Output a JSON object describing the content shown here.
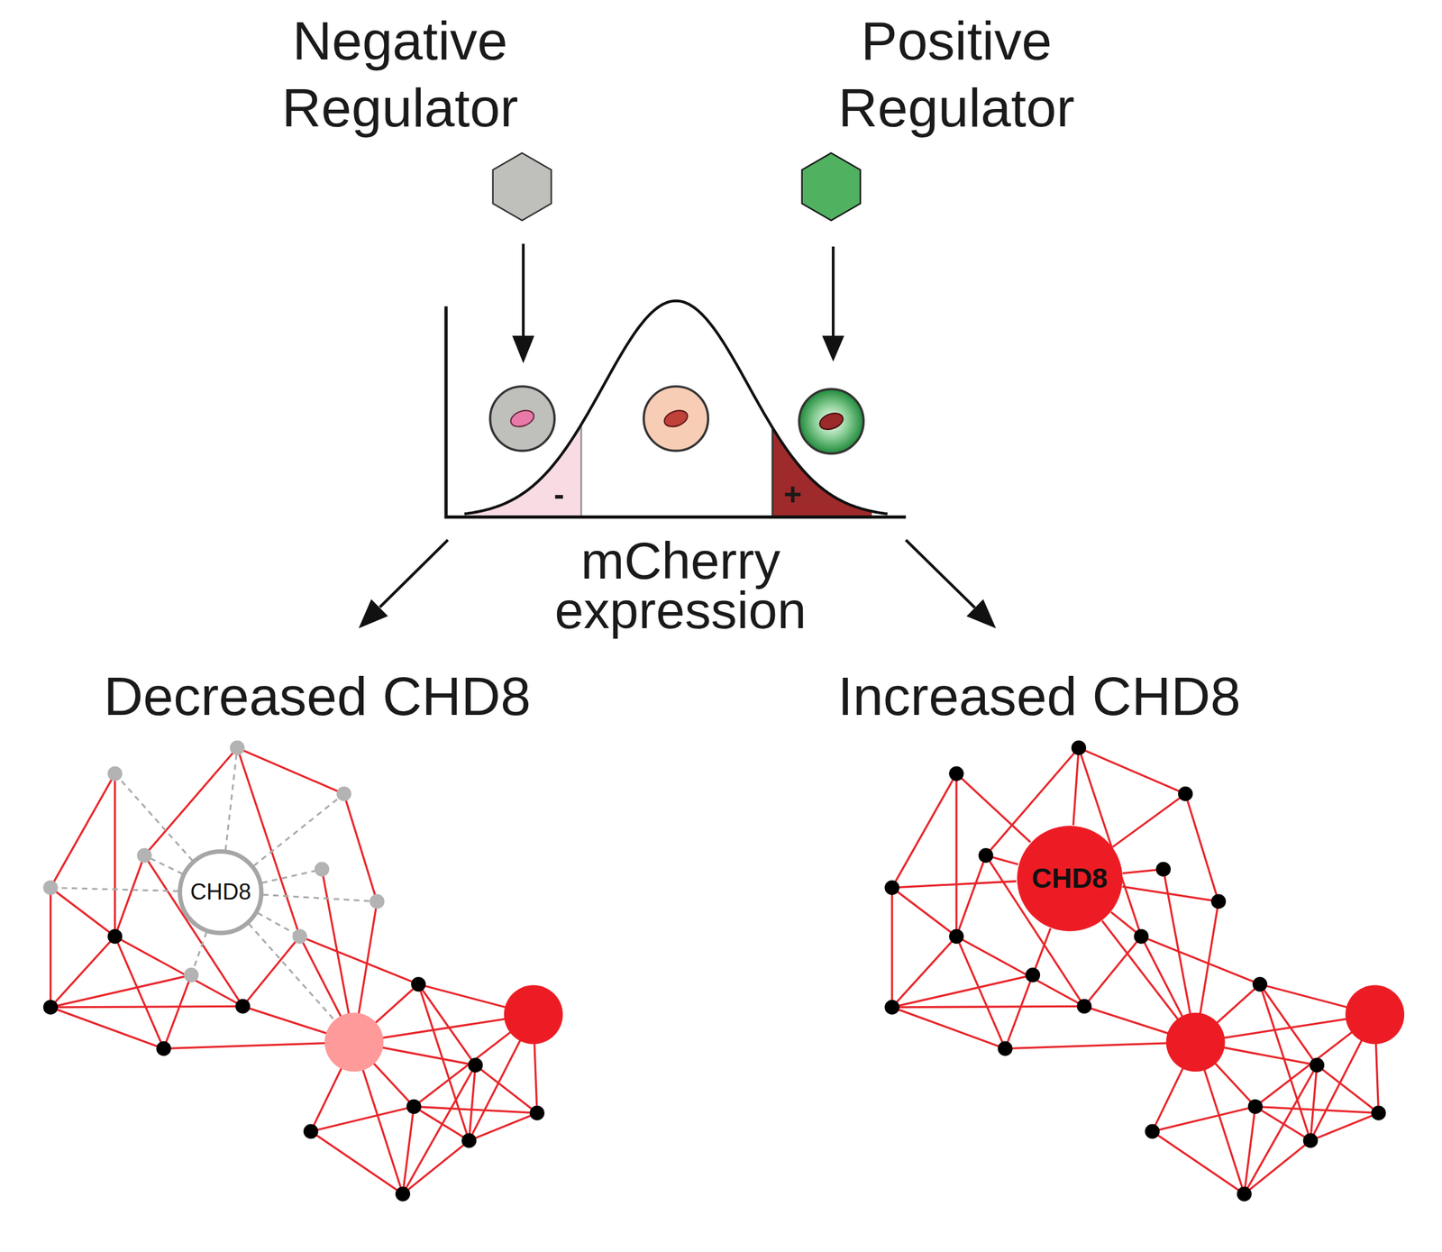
{
  "diagram": {
    "nodes": [
      {
        "text": [
          "Negative Regulator"
        ]
      },
      {
        "text": [
          "Positive Regulator"
        ]
      },
      {
        "text": [
          "CHD8"
        ]
      },
      {
        "text": [
          "CHD8"
        ]
      }
    ],
    "labels": [
      "-",
      "+",
      "mCherry expression",
      "Decreased CHD8",
      "Increased CHD8"
    ]
  }
}
